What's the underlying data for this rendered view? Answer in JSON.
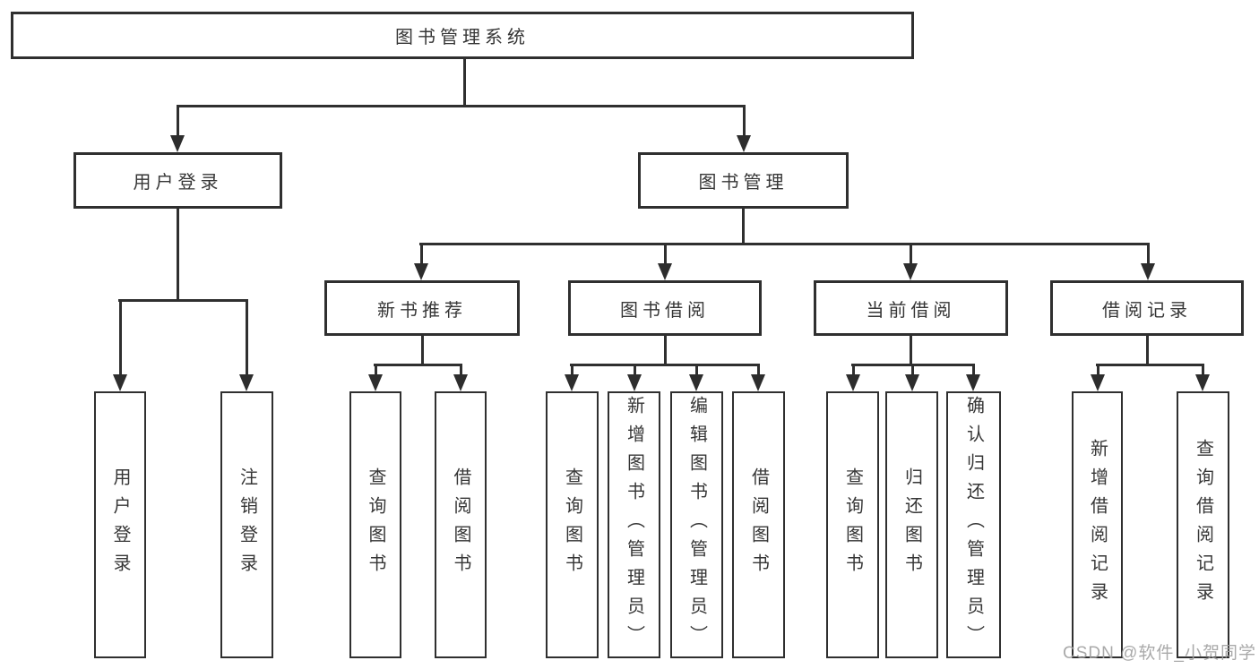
{
  "tree": {
    "label": "图书管理系统",
    "children": [
      {
        "label": "用户登录",
        "children": [
          {
            "label": "用户登录"
          },
          {
            "label": "注销登录"
          }
        ]
      },
      {
        "label": "图书管理",
        "children": [
          {
            "label": "新书推荐",
            "children": [
              {
                "label": "查询图书"
              },
              {
                "label": "借阅图书"
              }
            ]
          },
          {
            "label": "图书借阅",
            "children": [
              {
                "label": "查询图书"
              },
              {
                "label": "新增图书（管理员）"
              },
              {
                "label": "编辑图书（管理员）"
              },
              {
                "label": "借阅图书"
              }
            ]
          },
          {
            "label": "当前借阅",
            "children": [
              {
                "label": "查询图书"
              },
              {
                "label": "归还图书"
              },
              {
                "label": "确认归还（管理员）"
              }
            ]
          },
          {
            "label": "借阅记录",
            "children": [
              {
                "label": "新增借阅记录"
              },
              {
                "label": "查询借阅记录"
              }
            ]
          }
        ]
      }
    ]
  },
  "watermark": {
    "text": "CSDN @软件_小贺同学"
  },
  "colors": {
    "line": "#2f2f2f",
    "text": "#363636",
    "watermark": "#a0a0a0",
    "background": "#ffffff"
  }
}
